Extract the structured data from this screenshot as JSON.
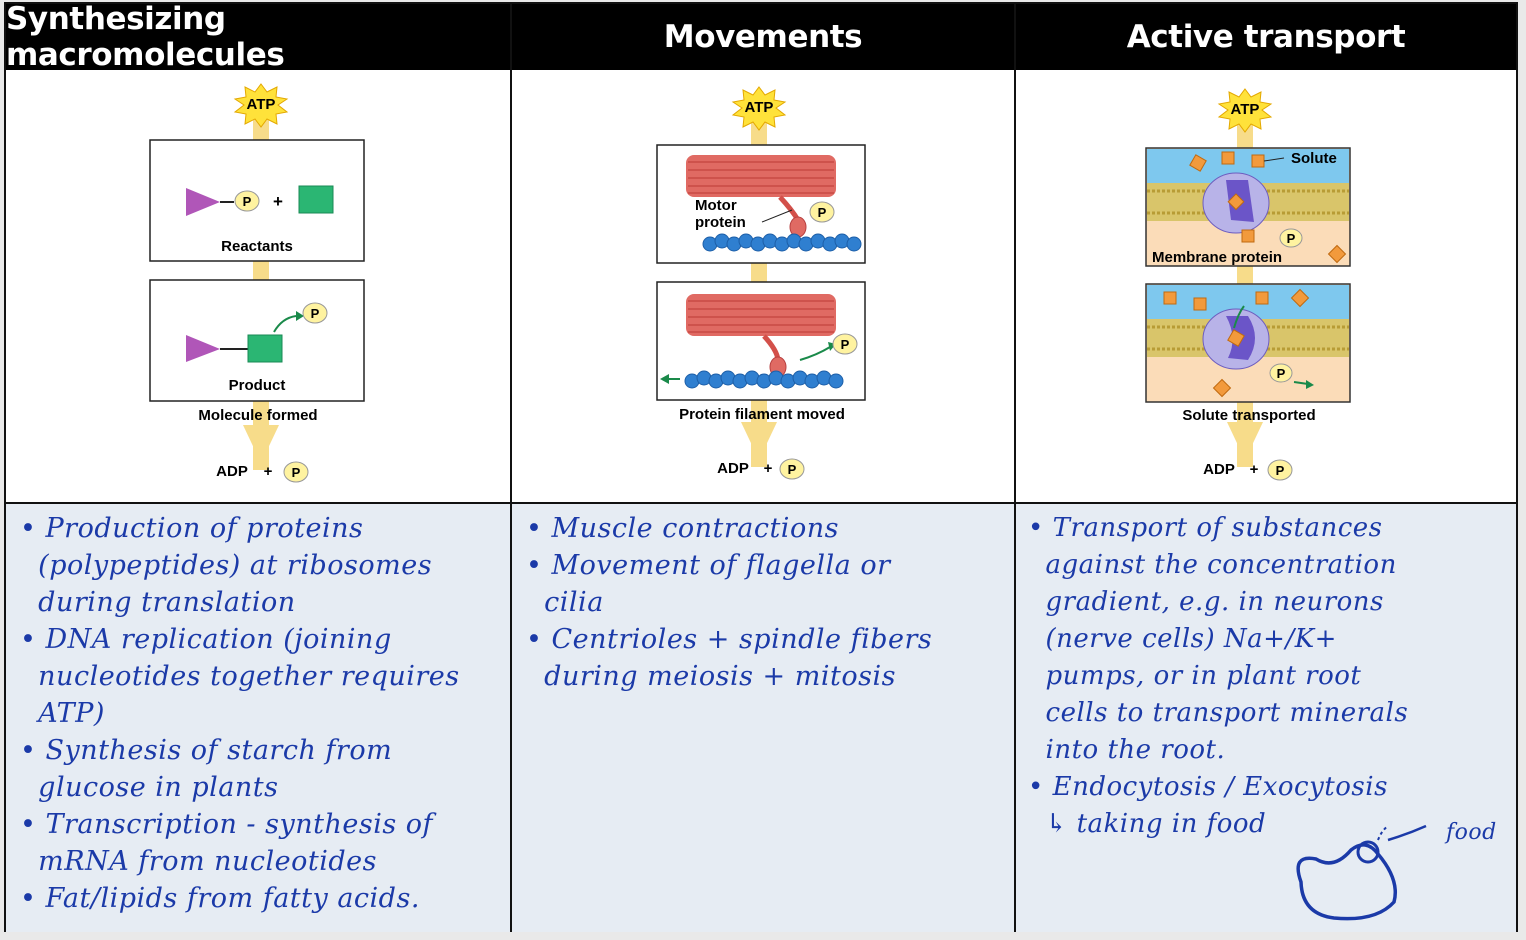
{
  "headers": [
    "Synthesizing macromolecules",
    "Movements",
    "Active transport"
  ],
  "panel1": {
    "atp": "ATP",
    "p": "P",
    "plus": "+",
    "reactants": "Reactants",
    "product": "Product",
    "caption": "Molecule formed",
    "adp": "ADP"
  },
  "panel2": {
    "atp": "ATP",
    "p": "P",
    "plus": "+",
    "motor_protein_line1": "Motor",
    "motor_protein_line2": "protein",
    "caption": "Protein filament moved",
    "adp": "ADP"
  },
  "panel3": {
    "atp": "ATP",
    "p": "P",
    "plus": "+",
    "solute": "Solute",
    "membrane_protein": "Membrane protein",
    "caption": "Solute transported",
    "adp": "ADP"
  },
  "notes": {
    "col1": "• Production of proteins\n  (polypeptides) at ribosomes\n  during translation\n• DNA replication (joining\n  nucleotides together requires\n  ATP)\n• Synthesis of starch from\n  glucose in plants\n• Transcription - synthesis of\n  mRNA from nucleotides\n• Fat/lipids from fatty acids.",
    "col2": "• Muscle contractions\n• Movement of flagella or\n  cilia\n• Centrioles + spindle fibers\n  during meiosis + mitosis",
    "col3": "• Transport of substances\n  against the concentration\n  gradient, e.g. in neurons\n  (nerve cells) Na+/K+\n  pumps, or in plant root\n  cells to transport minerals\n  into the root.\n• Endocytosis / Exocytosis\n  ↳ taking in food",
    "food_label": "food"
  },
  "colors": {
    "header_bg": "#000000",
    "notes_bg": "#e6ecf3",
    "ink": "#1b3aa8",
    "atp_star": "#ffe23a",
    "arrow": "#f7dc8a",
    "phosphate": "#fff3a0",
    "triangle": "#b056b8",
    "square": "#2bb673",
    "muscle": "#e06a63",
    "actin": "#2f7fd0",
    "extracellular": "#7ec8ee",
    "cytoplasm": "#fbdcb8",
    "solute": "#f29a3c",
    "transporter": "#8a6fd0"
  },
  "icons": [
    "atp-starburst-icon",
    "phosphate-icon",
    "green-arrow-icon",
    "down-arrow-icon"
  ]
}
